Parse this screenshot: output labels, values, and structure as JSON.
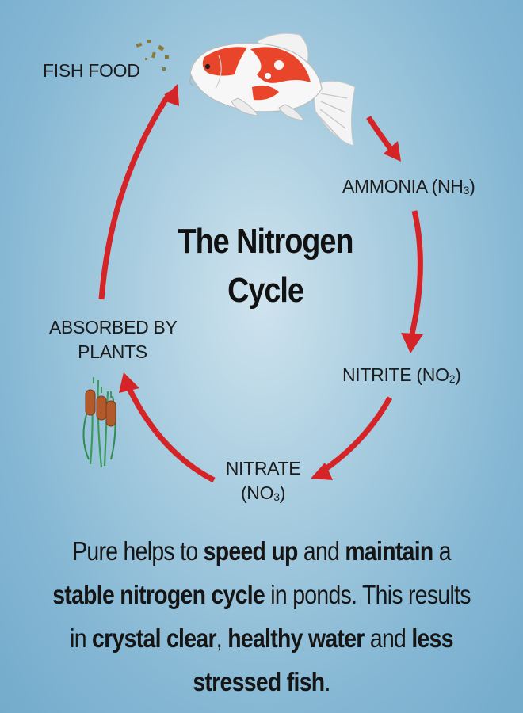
{
  "title": {
    "line1": "The Nitrogen",
    "line2": "Cycle"
  },
  "cycle": {
    "fish_food": "FISH FOOD",
    "ammonia": {
      "text": "AMMONIA (NH",
      "sub": "3",
      "close": ")"
    },
    "nitrite": {
      "text": "NITRITE (NO",
      "sub": "2",
      "close": ")"
    },
    "nitrate": {
      "line1": "NITRATE",
      "line2_open": "(NO",
      "sub": "3",
      "close": ")"
    },
    "absorbed": {
      "line1": "ABSORBED BY",
      "line2": "PLANTS"
    }
  },
  "description": {
    "s1": "Pure helps to ",
    "b1": "speed up",
    "s2": " and ",
    "b2": "maintain",
    "s3": " a",
    "b3": "stable nitrogen cycle",
    "s4": " in ponds. This results",
    "s5": "in ",
    "b4": "crystal clear",
    "s6": ", ",
    "b5": "healthy water",
    "s7": " and ",
    "b6": "less",
    "b7": "stressed fish",
    "s8": "."
  },
  "colors": {
    "arrow": "#d42428",
    "fish_red": "#e8452a",
    "background": "#8ebfd9"
  },
  "icons": [
    "koi-fish-icon",
    "fish-food-pellets-icon",
    "cattail-plant-icon",
    "cycle-arrow-icon"
  ]
}
